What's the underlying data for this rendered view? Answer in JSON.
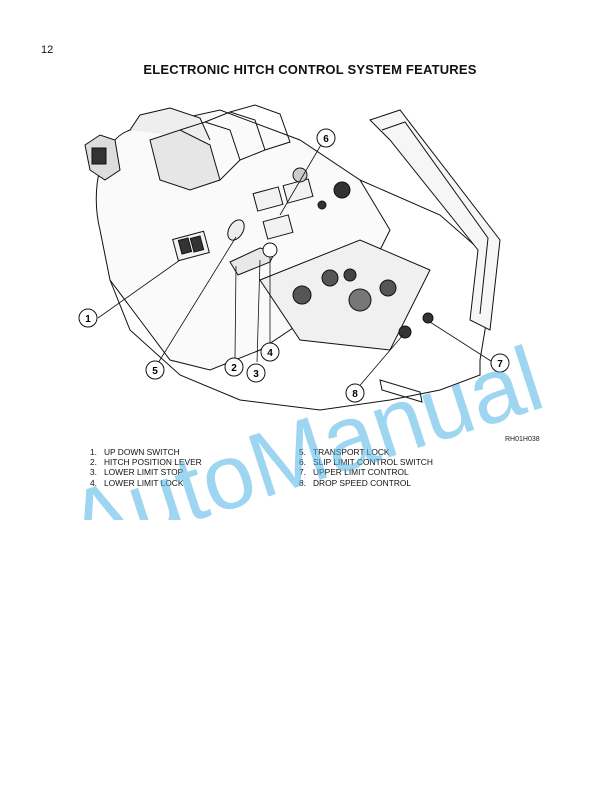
{
  "page": {
    "number": "12",
    "title": "ELECTRONIC HITCH CONTROL SYSTEM FEATURES",
    "figure_ref": "RH01H038"
  },
  "callouts": [
    "1",
    "2",
    "3",
    "4",
    "5",
    "6",
    "7",
    "8"
  ],
  "legend": {
    "left": [
      {
        "num": "1.",
        "label": "UP DOWN SWITCH"
      },
      {
        "num": "2.",
        "label": "HITCH POSITION LEVER"
      },
      {
        "num": "3.",
        "label": "LOWER LIMIT STOP"
      },
      {
        "num": "4.",
        "label": "LOWER LIMIT LOCK"
      }
    ],
    "right": [
      {
        "num": "5.",
        "label": "TRANSPORT LOCK"
      },
      {
        "num": "6.",
        "label": "SLIP LIMIT CONTROL SWITCH"
      },
      {
        "num": "7.",
        "label": "UPPER LIMIT CONTROL"
      },
      {
        "num": "8.",
        "label": "DROP SPEED CONTROL"
      }
    ]
  },
  "watermark": {
    "text": "AutoManual",
    "color": "#4fb3e6"
  }
}
